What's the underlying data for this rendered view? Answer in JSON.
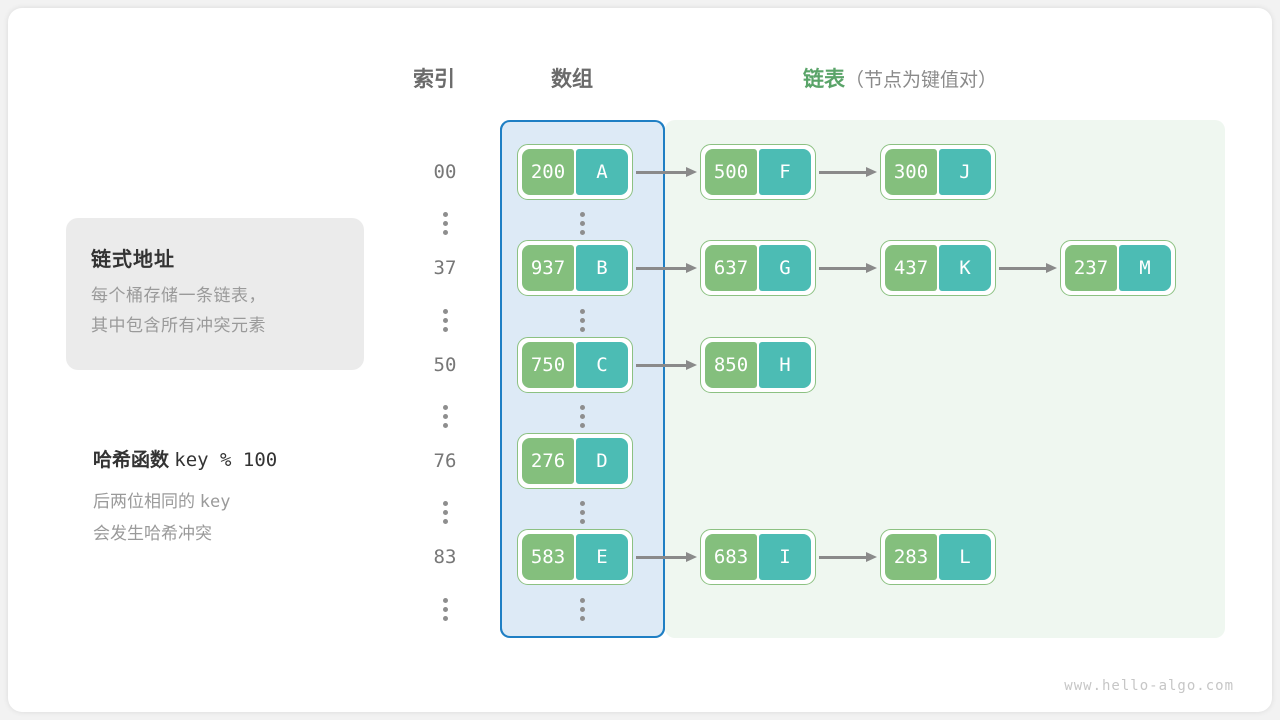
{
  "headers": {
    "index": "索引",
    "array": "数组",
    "list_main": "链表",
    "list_sub": "（节点为键值对）"
  },
  "info_card": {
    "title": "链式地址",
    "line1": "每个桶存储一条链表，",
    "line2": "其中包含所有冲突元素"
  },
  "hash_note": {
    "title_cn": "哈希函数",
    "title_expr": "key % 100",
    "line1_cn": "后两位相同的",
    "line1_mono": "key",
    "line2": "会发生哈希冲突"
  },
  "colors": {
    "key_cell": "#84bf7d",
    "value_cell": "#4cbcb4",
    "node_border": "#8cc182",
    "array_panel_border": "#1f7fc4",
    "array_panel_fill": "#ddeaf6",
    "list_panel_fill": "#eff7f0",
    "arrow": "#8a8a8a",
    "header_green": "#5aa469",
    "header_gray": "#6b6b6b"
  },
  "rows": [
    {
      "index": "00",
      "bucket": {
        "key": "200",
        "value": "A"
      },
      "chain": [
        {
          "key": "500",
          "value": "F"
        },
        {
          "key": "300",
          "value": "J"
        }
      ]
    },
    {
      "index": "37",
      "bucket": {
        "key": "937",
        "value": "B"
      },
      "chain": [
        {
          "key": "637",
          "value": "G"
        },
        {
          "key": "437",
          "value": "K"
        },
        {
          "key": "237",
          "value": "M"
        }
      ]
    },
    {
      "index": "50",
      "bucket": {
        "key": "750",
        "value": "C"
      },
      "chain": [
        {
          "key": "850",
          "value": "H"
        }
      ]
    },
    {
      "index": "76",
      "bucket": {
        "key": "276",
        "value": "D"
      },
      "chain": []
    },
    {
      "index": "83",
      "bucket": {
        "key": "583",
        "value": "E"
      },
      "chain": [
        {
          "key": "683",
          "value": "I"
        },
        {
          "key": "283",
          "value": "L"
        }
      ]
    }
  ],
  "ellipsis_glyph": "⋮",
  "watermark": "www.hello-algo.com"
}
